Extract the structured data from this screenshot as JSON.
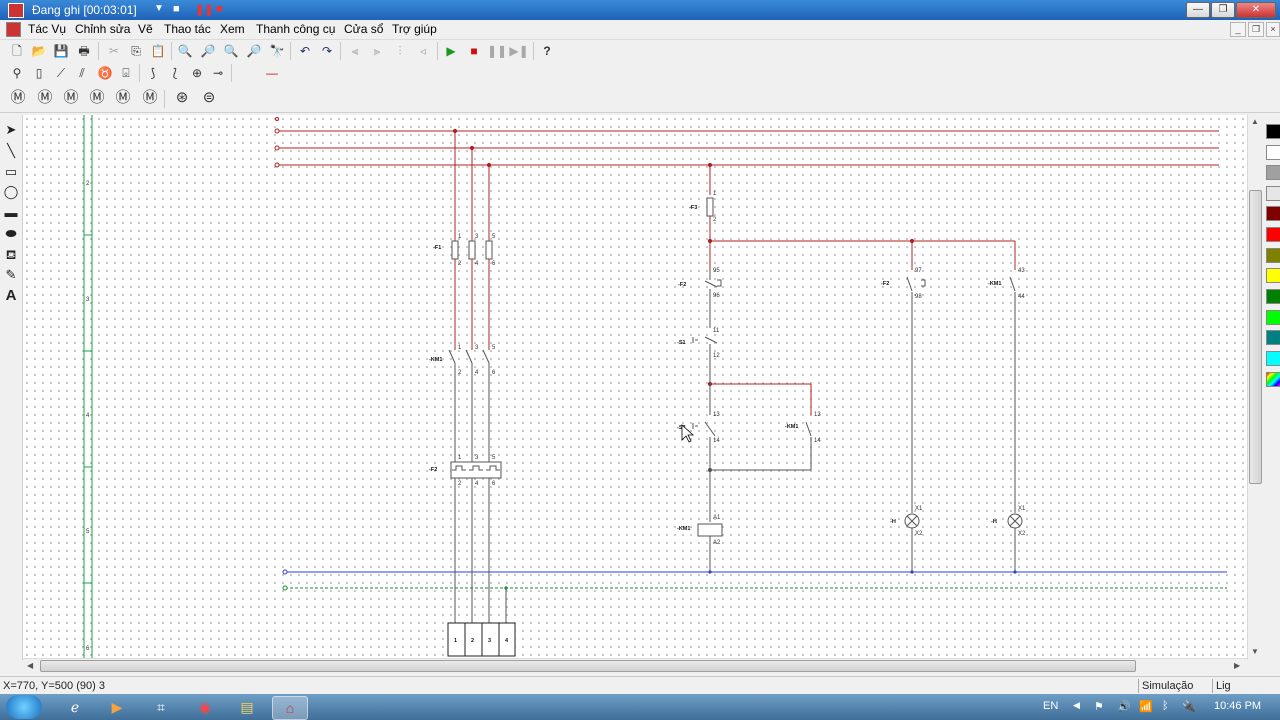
{
  "title_bar": {
    "title": "Đang ghi [00:03:01]",
    "minimize": "—",
    "restore": "❐",
    "close": "✕"
  },
  "menu": {
    "items": [
      "Tác Vụ",
      "Chỉnh sửa",
      "Vẽ",
      "Thao tác",
      "Xem",
      "Thanh công cụ",
      "Cửa sổ",
      "Trợ giúp"
    ]
  },
  "ruler": {
    "numbers": [
      "2",
      "3",
      "4",
      "5",
      "6"
    ]
  },
  "schematic": {
    "labels": {
      "F1": "-F1",
      "KM1": "-KM1",
      "F2": "-F2",
      "F3": "-F3",
      "S1": "-S1",
      "S2": "-S2",
      "H1": "-H",
      "H2": "-H"
    },
    "pins": {
      "p1": "1",
      "p2": "2",
      "p3": "3",
      "p4": "4",
      "p5": "5",
      "p6": "6",
      "p95": "95",
      "p96": "96",
      "p97": "97",
      "p98": "98",
      "p43": "43",
      "p44": "44",
      "p11": "11",
      "p12": "12",
      "p13": "13",
      "p14": "14",
      "A1": "A1",
      "A2": "A2",
      "X1": "X1",
      "X2": "X2"
    },
    "terminals": [
      "1",
      "2",
      "3",
      "4"
    ]
  },
  "status": {
    "coords": "X=770, Y=500 (90) 3",
    "mode": "Simulação",
    "extra": "Lig"
  },
  "taskbar": {
    "lang": "EN",
    "time": "10:46 PM"
  },
  "palette": [
    "#000000",
    "#ffffff",
    "#a0a0a0",
    "#e6e6e6",
    "#800000",
    "#ff0000",
    "#808000",
    "#ffff00",
    "#008000",
    "#00ff00",
    "#008080",
    "#00ffff"
  ]
}
